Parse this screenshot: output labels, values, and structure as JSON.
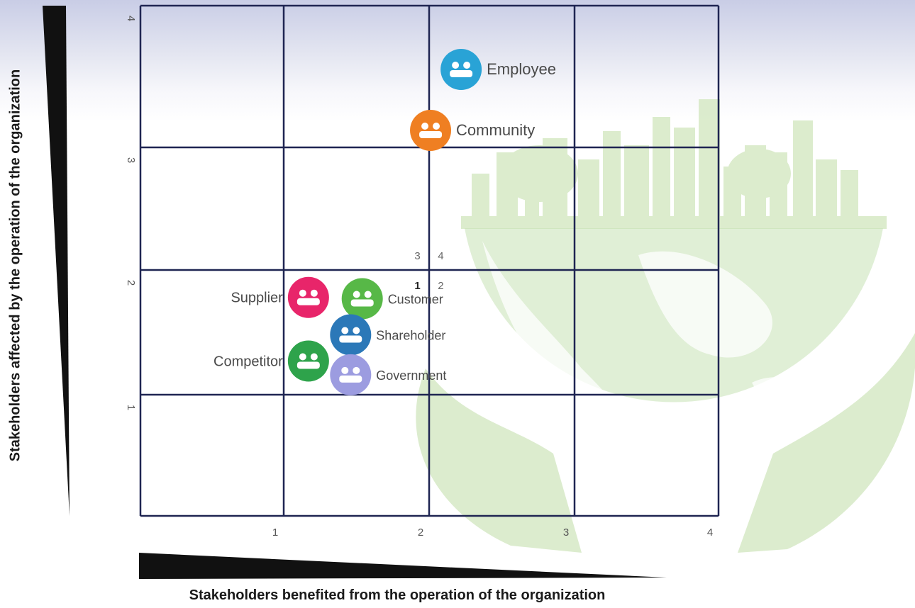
{
  "chart_data": {
    "type": "scatter",
    "xlabel": "Stakeholders benefited from the operation of the organization",
    "ylabel": "Stakeholders affected by the operation of the organization",
    "xlim": [
      0,
      4
    ],
    "ylim": [
      0,
      4
    ],
    "x_ticks": [
      "1",
      "2",
      "3",
      "4"
    ],
    "y_ticks": [
      "1",
      "2",
      "3",
      "4"
    ],
    "quadrant_labels": [
      {
        "text": "3",
        "x": 1.92,
        "y": 2.12
      },
      {
        "text": "4",
        "x": 2.08,
        "y": 2.12
      },
      {
        "text": "1",
        "x": 1.92,
        "y": 1.88
      },
      {
        "text": "2",
        "x": 2.08,
        "y": 1.88
      }
    ],
    "grid": true,
    "points": [
      {
        "name": "Employee",
        "x": 2.22,
        "y": 3.55,
        "color": "#29a3d6",
        "icon": "people-group-icon"
      },
      {
        "name": "Community",
        "x": 2.01,
        "y": 3.12,
        "color": "#ef7f22",
        "icon": "community-icon"
      },
      {
        "name": "Supplier",
        "x": 1.17,
        "y": 1.78,
        "color": "#e8256a",
        "icon": "truck-icon"
      },
      {
        "name": "Customer",
        "x": 1.54,
        "y": 1.77,
        "color": "#57b847",
        "icon": "handshake-icon"
      },
      {
        "name": "Shareholder",
        "x": 1.46,
        "y": 1.48,
        "color": "#2b78b8",
        "icon": "shareholder-icon"
      },
      {
        "name": "Competitor",
        "x": 1.17,
        "y": 1.27,
        "color": "#2ea34b",
        "icon": "competitor-icon"
      },
      {
        "name": "Government",
        "x": 1.46,
        "y": 1.16,
        "color": "#9c9ce0",
        "icon": "government-building-icon"
      }
    ]
  }
}
